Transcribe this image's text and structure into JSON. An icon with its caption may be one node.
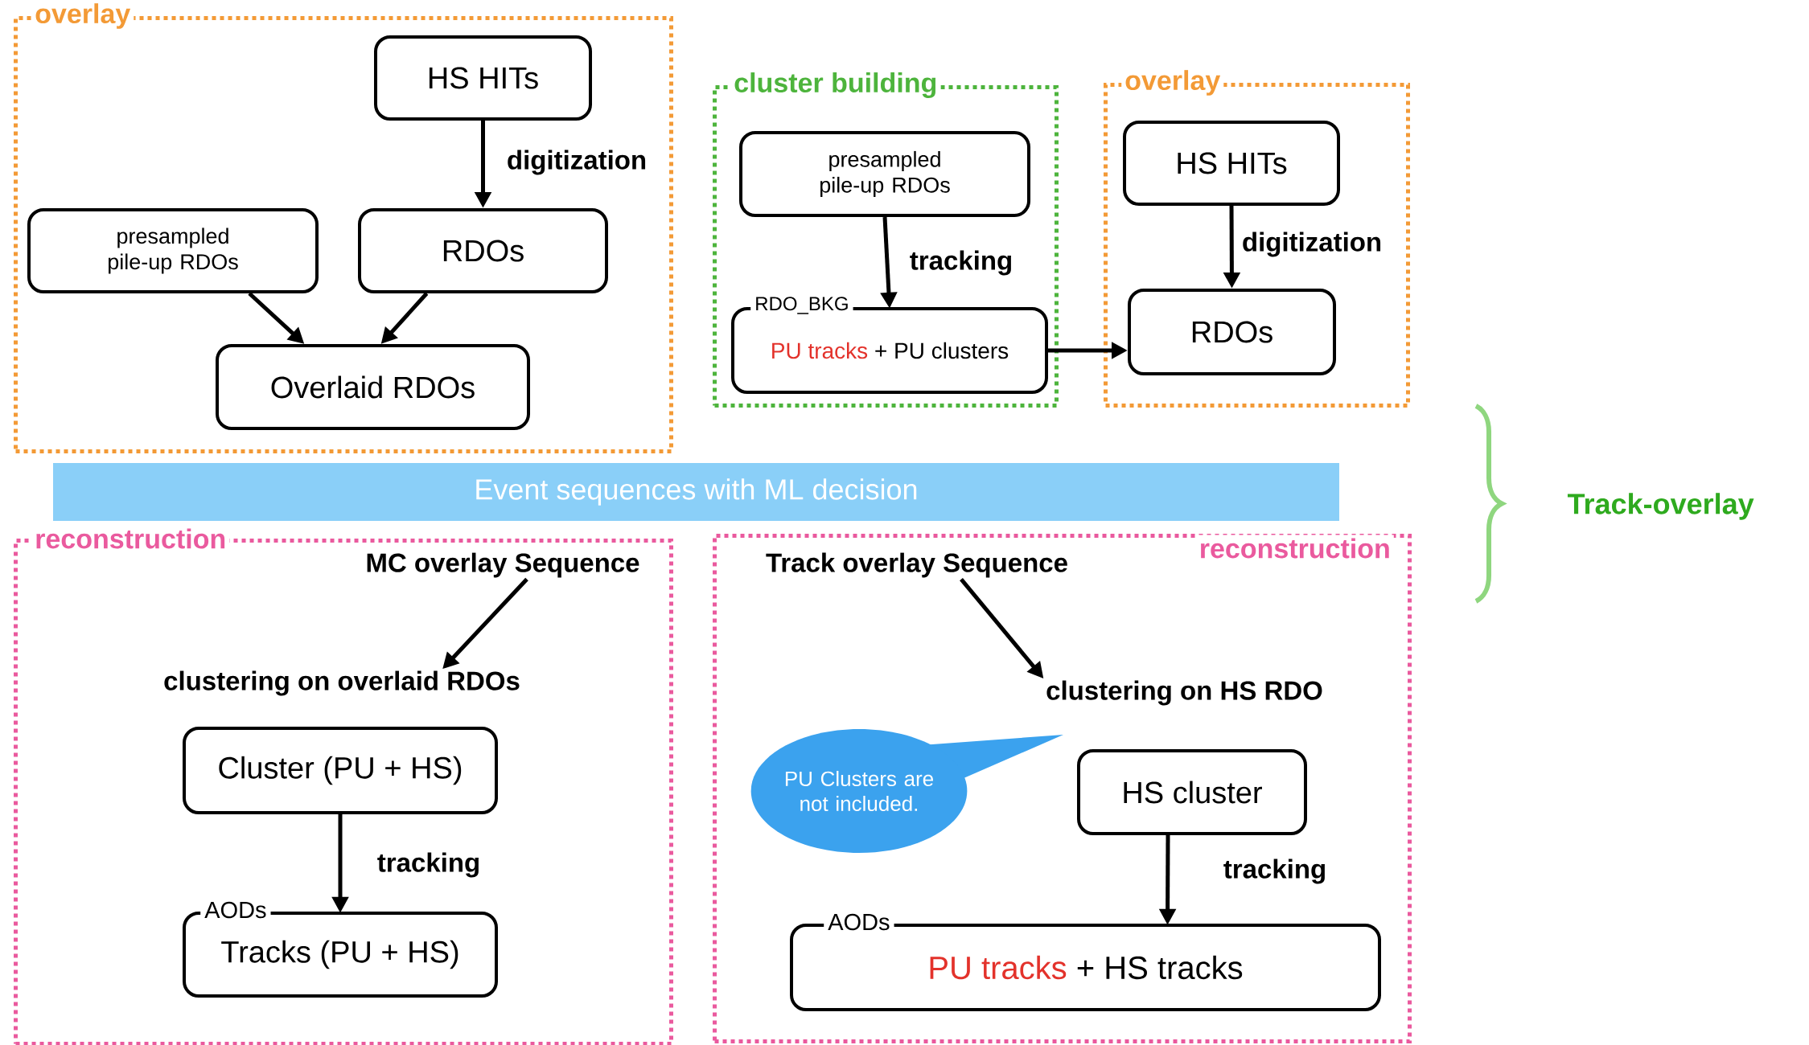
{
  "diagram": {
    "nodes": [
      {
        "text": [
          "overlay"
        ]
      },
      {
        "text": [
          "HS HITs"
        ],
        "in": 0
      },
      {
        "text": [
          "presampled pile-up RDOs"
        ],
        "in": 0
      },
      {
        "text": [
          "RDOs"
        ],
        "in": 0
      },
      {
        "text": [
          "Overlaid RDOs"
        ],
        "in": 0
      },
      {
        "text": [
          "cluster building"
        ]
      },
      {
        "text": [
          "presampled pile-up RDOs"
        ],
        "in": 5
      },
      {
        "text": [
          "RDO_BKG",
          "PU tracks",
          "+ PU clusters"
        ],
        "in": 5
      },
      {
        "text": [
          "overlay"
        ]
      },
      {
        "text": [
          "HS HITs"
        ],
        "in": 8
      },
      {
        "text": [
          "RDOs"
        ],
        "in": 8
      },
      {
        "text": [
          "Event sequences with ML decision"
        ]
      },
      {
        "text": [
          "reconstruction"
        ]
      },
      {
        "text": [
          "MC overlay Sequence"
        ],
        "in": 12
      },
      {
        "text": [
          "clustering on overlaid RDOs"
        ],
        "in": 12
      },
      {
        "text": [
          "Cluster (PU + HS)"
        ],
        "in": 12
      },
      {
        "text": [
          "AODs",
          "Tracks (PU + HS)"
        ],
        "in": 12
      },
      {
        "text": [
          "reconstruction"
        ]
      },
      {
        "text": [
          "Track overlay Sequence"
        ],
        "in": 17
      },
      {
        "text": [
          "clustering on HS RDO"
        ],
        "in": 17
      },
      {
        "text": [
          "PU Clusters are not included."
        ],
        "in": 17
      },
      {
        "text": [
          "HS cluster"
        ],
        "in": 17
      },
      {
        "text": [
          "AODs",
          "PU tracks",
          "+ HS tracks"
        ],
        "in": 17
      }
    ],
    "edges": [
      {
        "from": 1,
        "to": 3,
        "arrow": "to",
        "label": "digitization"
      },
      {
        "from": 2,
        "to": 4,
        "arrow": "to"
      },
      {
        "from": 3,
        "to": 4,
        "arrow": "to"
      },
      {
        "from": 6,
        "to": 7,
        "arrow": "to",
        "label": "tracking"
      },
      {
        "from": 7,
        "to": 10,
        "arrow": "to"
      },
      {
        "from": 9,
        "to": 10,
        "arrow": "to",
        "label": "digitization"
      },
      {
        "from": 13,
        "to": 14,
        "arrow": "to"
      },
      {
        "from": 15,
        "to": 16,
        "arrow": "to",
        "label": "tracking"
      },
      {
        "from": 18,
        "to": 19,
        "arrow": "to"
      },
      {
        "from": 21,
        "to": 22,
        "arrow": "to",
        "label": "tracking"
      }
    ],
    "labels": [
      "Track-overlay"
    ]
  }
}
